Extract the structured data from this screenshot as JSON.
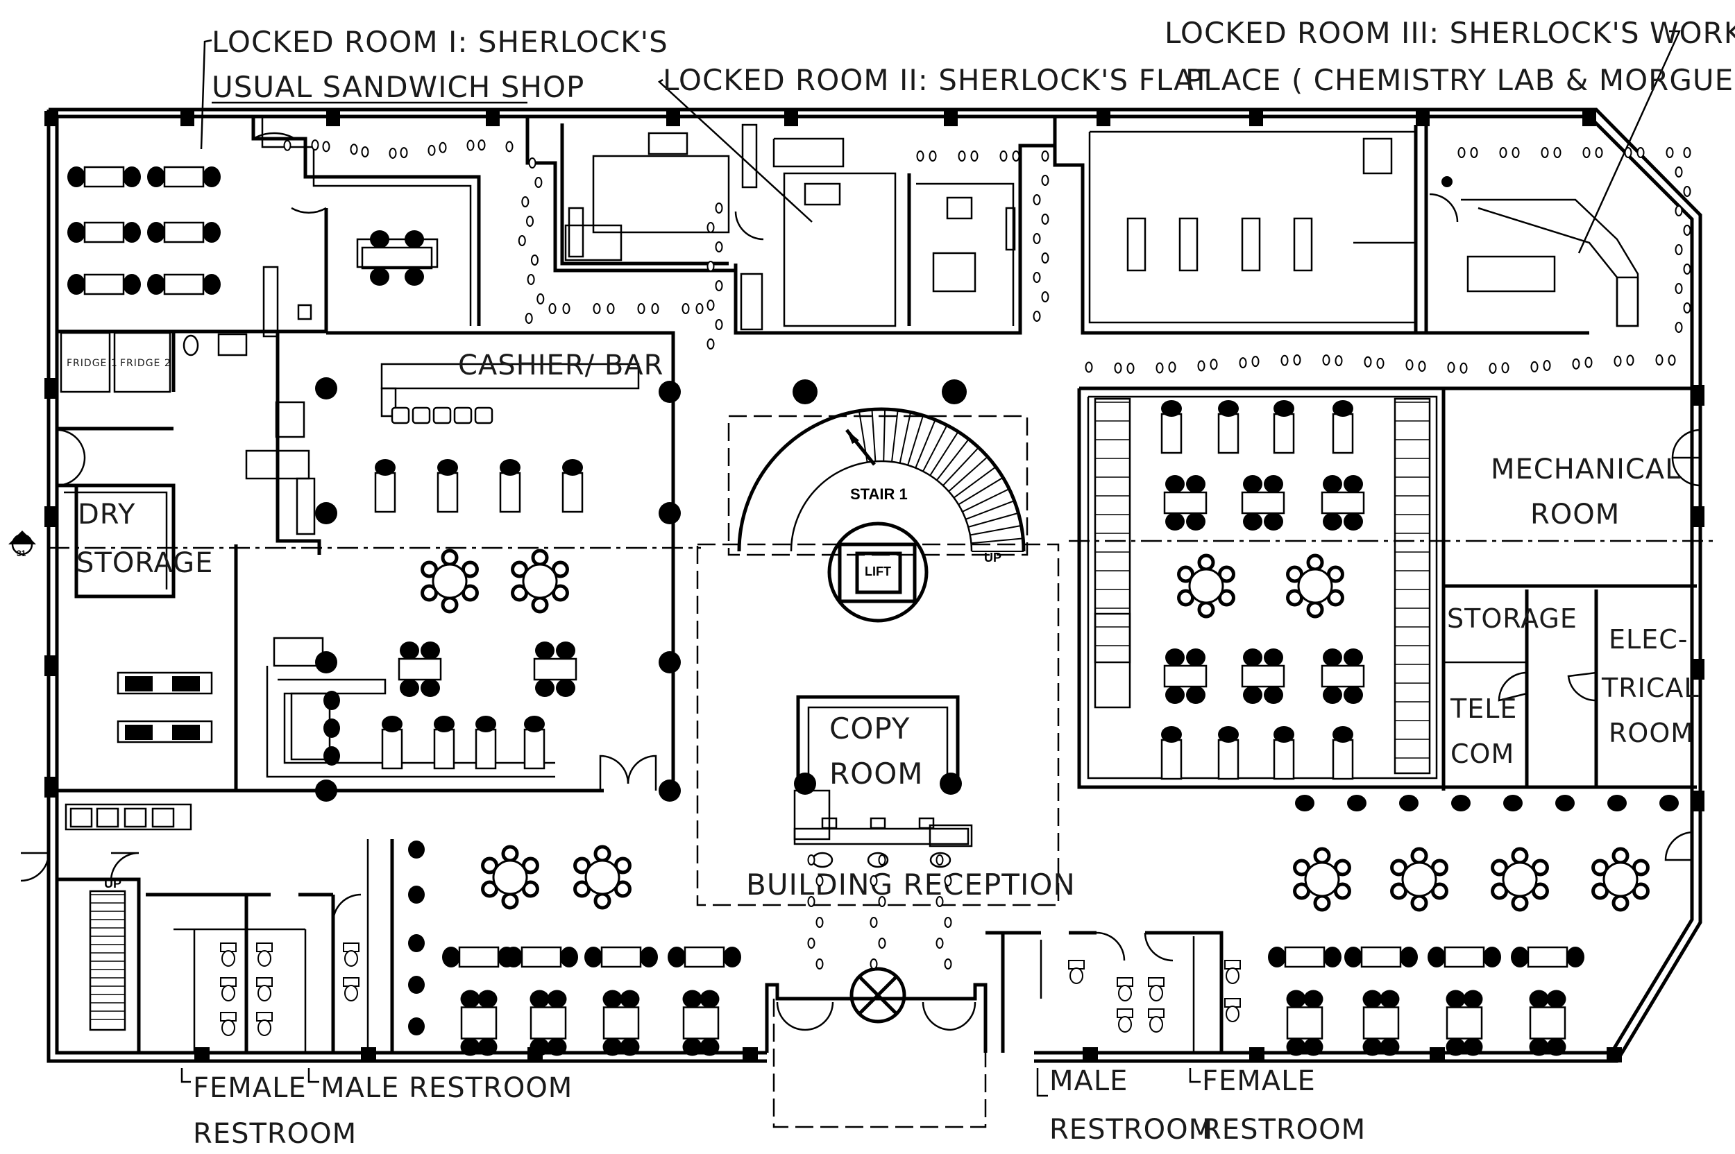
{
  "labels": {
    "locked_room_1_line1": "LOCKED ROOM I: SHERLOCK'S",
    "locked_room_1_line2": "USUAL SANDWICH SHOP",
    "locked_room_2": "LOCKED ROOM II: SHERLOCK'S FLAT",
    "locked_room_3_line1": "LOCKED ROOM III: SHERLOCK'S WORK",
    "locked_room_3_line2": "PLACE ( CHEMISTRY LAB & MORGUE)",
    "cashier_bar": "CASHIER/ BAR",
    "fridge_1": "FRIDGE 1",
    "fridge_2": "FRIDGE 2",
    "dry_storage_line1": "DRY",
    "dry_storage_line2": "STORAGE",
    "stair_1": "STAIR 1",
    "stair_up": "UP",
    "lift": "LIFT",
    "copy_room_line1": "COPY",
    "copy_room_line2": "ROOM",
    "building_reception": "BUILDING RECEPTION",
    "mechanical_room_line1": "MECHANICAL",
    "mechanical_room_line2": "ROOM",
    "storage": "STORAGE",
    "telecom_line1": "TELE",
    "telecom_line2": "COM",
    "electrical_line1": "ELEC-",
    "electrical_line2": "TRICAL",
    "electrical_line3": "ROOM",
    "stair_2_up": "UP",
    "female_restroom_left_line1": "FEMALE",
    "female_restroom_left_line2": "RESTROOM",
    "male_restroom_left": "MALE RESTROOM",
    "male_restroom_right_line1": "MALE",
    "male_restroom_right_line2": "RESTROOM",
    "female_restroom_right_line1": "FEMALE",
    "female_restroom_right_line2": "RESTROOM",
    "section_marker": "31"
  },
  "colors": {
    "line": "#000000",
    "background": "#ffffff"
  }
}
